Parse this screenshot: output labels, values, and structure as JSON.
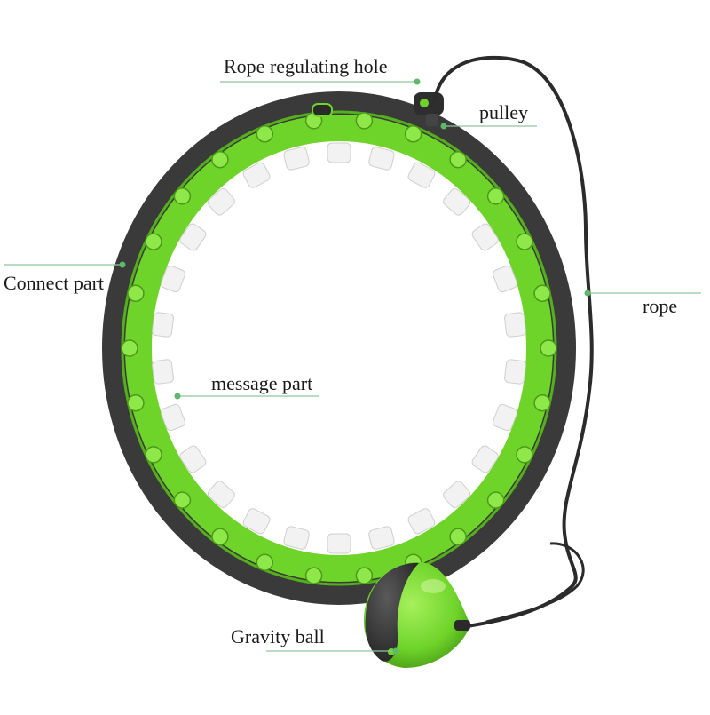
{
  "labels": {
    "rope_regulating_hole": "Rope regulating hole",
    "pulley": "pulley",
    "connect_part": "Connect part",
    "rope": "rope",
    "message_part": "message part",
    "gravity_ball": "Gravity ball"
  },
  "colors": {
    "hoop_green": "#6fd42a",
    "hoop_green_light": "#8ee84a",
    "hoop_dark": "#3a3a3a",
    "pad_white": "#f2f2f2",
    "rope": "#2b2b2b",
    "leader_line": "#8fc79a",
    "leader_dot": "#5cb96a"
  }
}
